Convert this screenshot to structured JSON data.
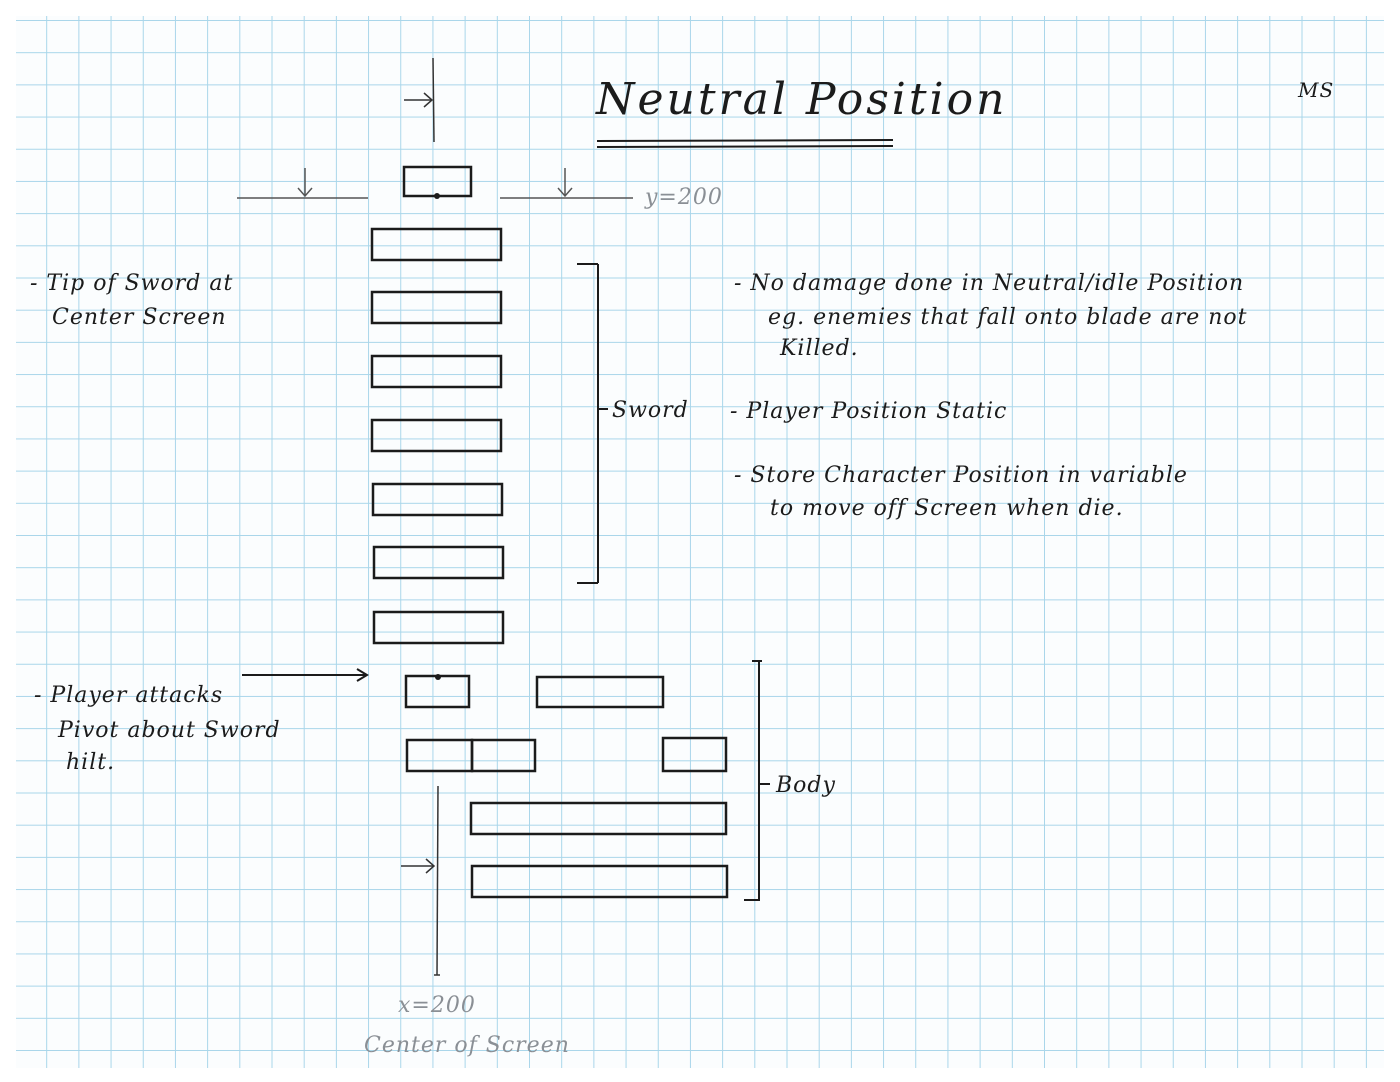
{
  "title": "Neutral Position",
  "initials": "MS",
  "labels": {
    "y_marker": "y=200",
    "x_marker": "x=200",
    "center": "Center of Screen",
    "sword": "Sword",
    "body": "Body"
  },
  "left_notes": {
    "tip_line1": "- Tip of Sword at",
    "tip_line2": "Center Screen",
    "attack_line1": "- Player attacks",
    "attack_line2": "Pivot about Sword",
    "attack_line3": "hilt."
  },
  "right_notes": {
    "damage_line1": "- No damage done in Neutral/idle Position",
    "damage_line2": "eg. enemies that fall onto blade are not",
    "damage_line3": "Killed.",
    "static_line1": "- Player Position Static",
    "store_line1": "- Store Character Position in variable",
    "store_line2": "to move off Screen when die."
  }
}
